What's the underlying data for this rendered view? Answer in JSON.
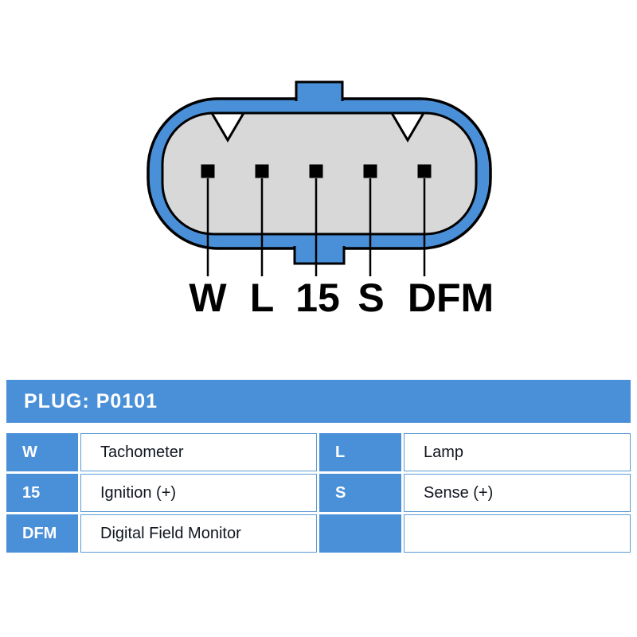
{
  "connector": {
    "pins": [
      "W",
      "L",
      "15",
      "S",
      "DFM"
    ]
  },
  "table": {
    "header": "PLUG: P0101",
    "rows": [
      {
        "left_key": "W",
        "left_val": "Tachometer",
        "right_key": "L",
        "right_val": "Lamp"
      },
      {
        "left_key": "15",
        "left_val": "Ignition (+)",
        "right_key": "S",
        "right_val": "Sense (+)"
      },
      {
        "left_key": "DFM",
        "left_val": "Digital Field Monitor",
        "right_key": "",
        "right_val": ""
      }
    ]
  },
  "colors": {
    "accent_blue": "#4a90d9",
    "connector_gray": "#d8d8d8",
    "outline_black": "#000000"
  }
}
